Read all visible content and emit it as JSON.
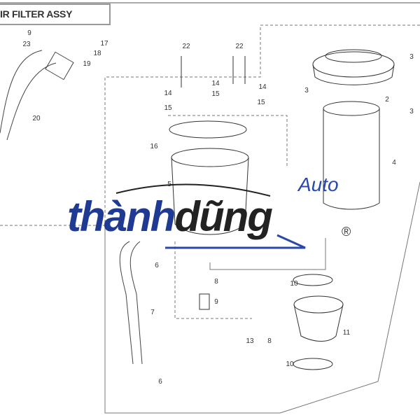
{
  "title": "IR FILTER ASSY",
  "callouts": [
    "9",
    "23",
    "17",
    "18",
    "19",
    "20",
    "22",
    "22",
    "14",
    "15",
    "14",
    "15",
    "14",
    "15",
    "16",
    "5",
    "3",
    "3",
    "2",
    "3",
    "4",
    "6",
    "7",
    "8",
    "9",
    "10",
    "11",
    "13",
    "8",
    "10",
    "6"
  ],
  "watermark": {
    "text_blue": "thành",
    "text_dark": "dũng",
    "suffix": "Auto",
    "registered": "®",
    "colors": {
      "blue": "#1f3a93",
      "dark": "#222222"
    }
  }
}
